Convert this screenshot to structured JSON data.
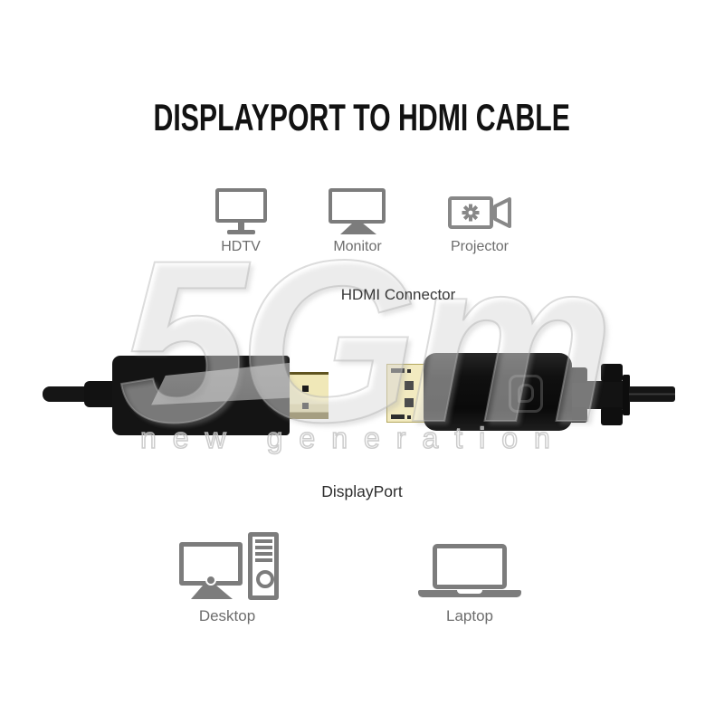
{
  "title": "DISPLAYPORT TO HDMI CABLE",
  "compatibility_top": {
    "items": [
      {
        "label": "HDTV",
        "icon": "hdtv-icon"
      },
      {
        "label": "Monitor",
        "icon": "monitor-icon"
      },
      {
        "label": "Projector",
        "icon": "projector-icon"
      }
    ]
  },
  "photo": {
    "top_label": "HDMI Connector",
    "bottom_label": "DisplayPort"
  },
  "compatibility_bottom": {
    "items": [
      {
        "label": "Desktop",
        "icon": "desktop-icon"
      },
      {
        "label": "Laptop",
        "icon": "laptop-icon"
      }
    ]
  },
  "watermark": {
    "logo": "5Gm",
    "tagline": "new generation"
  },
  "colors": {
    "icon_gray": "#7c7c7c",
    "label_gray": "#6d6d6d",
    "title_black": "#121212",
    "connector_gold": "#f0e8b8",
    "cable_black": "#141414",
    "watermark_gray": "#c3c3c3"
  }
}
